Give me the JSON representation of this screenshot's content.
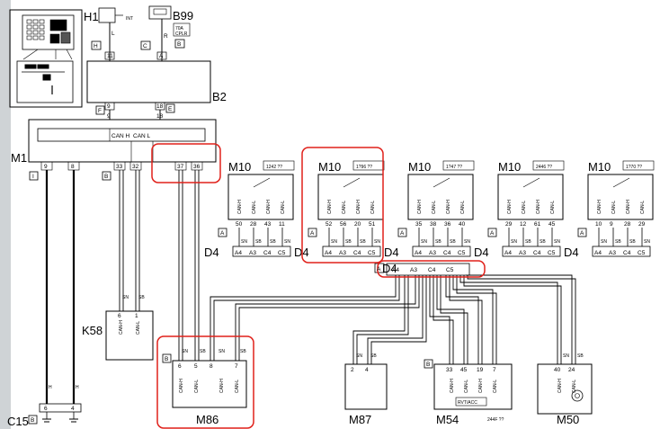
{
  "components": {
    "H1": {
      "name": "H1",
      "tag": "INT",
      "pin": "L",
      "conn": "H",
      "pin_num": "11"
    },
    "B99": {
      "name": "B99",
      "tag1": "70A",
      "tag2": "CPLR",
      "pin": "R",
      "conn1": "C",
      "conn2": "B",
      "pin_num": "A"
    },
    "B2": {
      "name": "B2",
      "conn_left": "F",
      "conn_right": "E",
      "pins_top": [
        "9",
        "18"
      ],
      "pins_bottom": [
        "9",
        "18"
      ]
    },
    "M1": {
      "name": "M1",
      "can_h": "CAN H",
      "can_l": "CAN L",
      "pins": [
        "9",
        "8",
        "33",
        "32",
        "37",
        "36"
      ],
      "conn_left": "I",
      "conn_right": "B"
    },
    "K58": {
      "name": "K58",
      "wires": [
        "SN",
        "SB"
      ],
      "pins": [
        "6",
        "1"
      ],
      "labels": [
        "CAN-H",
        "CAN-L"
      ]
    },
    "C15": {
      "name": "C15",
      "conn": "B",
      "pins": [
        "6",
        "4"
      ],
      "wires": [
        "H",
        "H"
      ]
    },
    "M86": {
      "name": "M86",
      "conn": "B",
      "wires": [
        "SN",
        "SB",
        "SN",
        "SB"
      ],
      "pins": [
        "6",
        "5",
        "8",
        "7"
      ],
      "labels": [
        "CAN-H",
        "CAN-L",
        "CAN-H",
        "CAN-L"
      ]
    },
    "M87": {
      "name": "M87",
      "wires": [
        "SN",
        "SB"
      ],
      "pins": [
        "2",
        "4"
      ]
    },
    "M54": {
      "name": "M54",
      "conn": "B",
      "pins": [
        "33",
        "45",
        "19",
        "7"
      ],
      "labels": [
        "CAN-H",
        "CAN-L",
        "CAN-H",
        "CAN-L"
      ],
      "tag": "244F ??",
      "sub": "RVT/ACC"
    },
    "M50": {
      "name": "M50",
      "wires": [
        "SN",
        "SB"
      ],
      "pins": [
        "40",
        "24"
      ],
      "labels": [
        "CAN-H",
        "CAN-L"
      ]
    }
  },
  "modules": [
    {
      "name": "M10",
      "tag": "1242 ??",
      "pins": [
        "50",
        "28",
        "43",
        "11"
      ],
      "conn": "A",
      "d4": "D4"
    },
    {
      "name": "M10",
      "tag": "1?96 ??",
      "pins": [
        "52",
        "56",
        "20",
        "51"
      ],
      "conn": "A",
      "d4": "D4"
    },
    {
      "name": "M10",
      "tag": "1?47 ??",
      "pins": [
        "35",
        "38",
        "36",
        "40"
      ],
      "conn": "A",
      "d4": "D4"
    },
    {
      "name": "M10",
      "tag": "2446 ??",
      "pins": [
        "29",
        "12",
        "61",
        "45"
      ],
      "conn": "A",
      "d4": "D4"
    },
    {
      "name": "M10",
      "tag": "1?70 ??",
      "pins": [
        "10",
        "9",
        "28",
        "29"
      ],
      "conn": "A",
      "d4": "D4"
    }
  ],
  "module_common": {
    "labels": [
      "CAN-H",
      "CAN-L",
      "CAN-H",
      "CAN-L"
    ],
    "wires": [
      "SN",
      "SB",
      "SB",
      "SN"
    ],
    "term_pins": [
      "A4",
      "A3",
      "C4",
      "C5"
    ]
  },
  "bus": {
    "d4": "D4",
    "conn": "A",
    "pins": [
      "A4",
      "A3",
      "C4",
      "C5"
    ]
  },
  "highlight_color": "#e0201a"
}
